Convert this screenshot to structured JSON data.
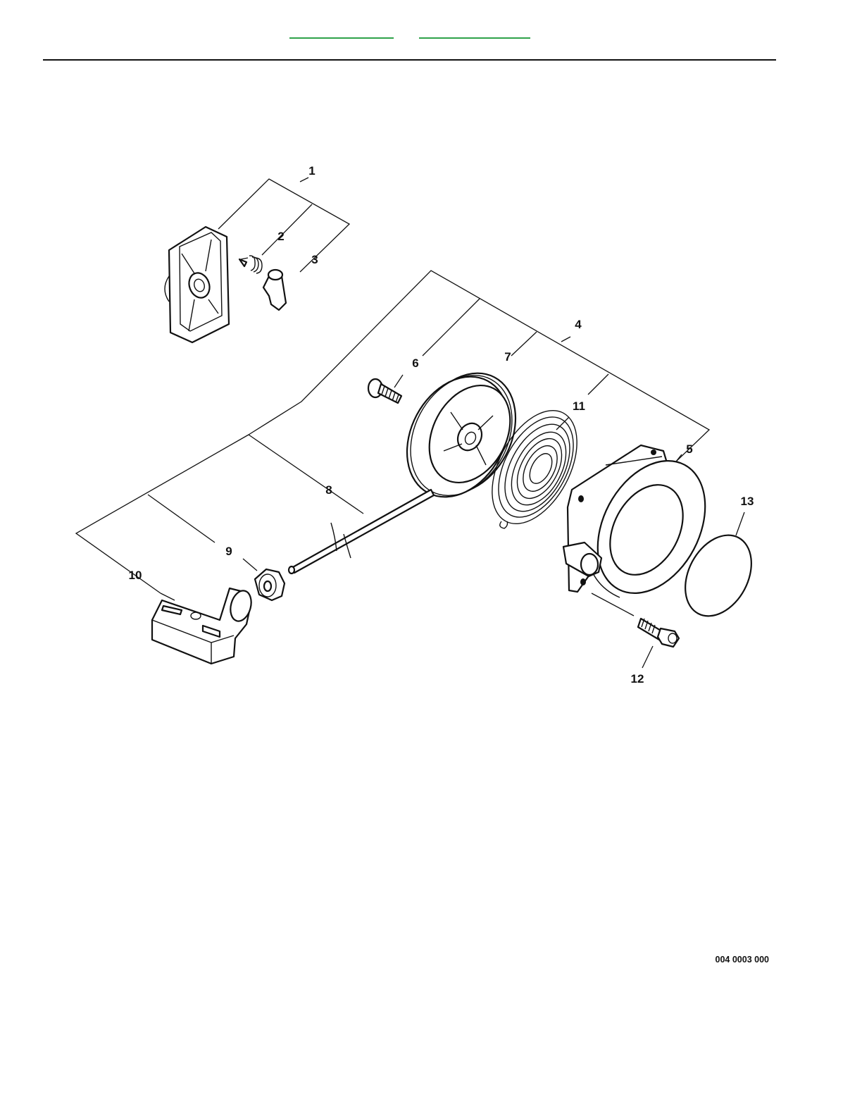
{
  "header": {
    "links": [
      "",
      ""
    ]
  },
  "callouts": [
    "1",
    "2",
    "3",
    "4",
    "5",
    "6",
    "7",
    "8",
    "9",
    "10",
    "11",
    "12",
    "13"
  ],
  "figure_reference": "004 0003 000"
}
